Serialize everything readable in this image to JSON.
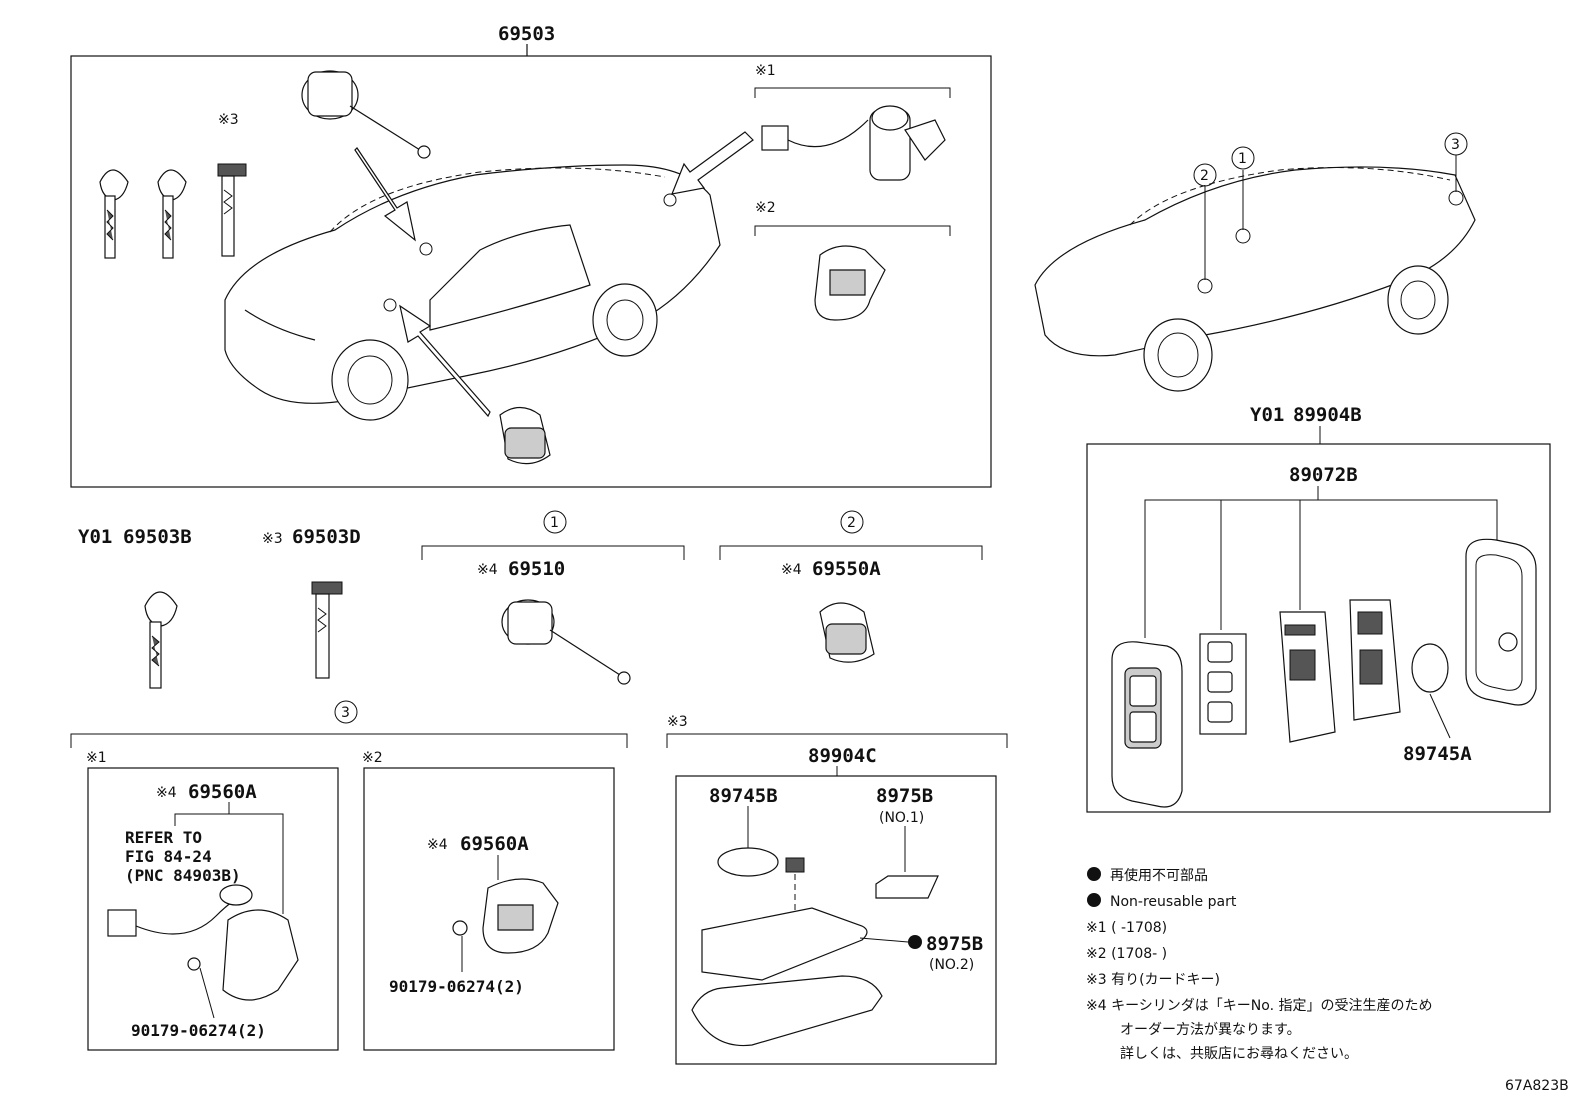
{
  "labels": {
    "main_assy": "69503",
    "y01_a": "Y01",
    "key_b": "69503B",
    "mark3_a": "※3",
    "key_d": "69503D",
    "circle1": "1",
    "circle2": "2",
    "circle3": "3",
    "mark4_a": "※4",
    "cyl_510": "69510",
    "mark4_b": "※4",
    "cyl_550a": "69550A",
    "mark1_top": "※1",
    "mark2_top": "※2",
    "mark3_top": "※3",
    "mark1_bot": "※1",
    "mark2_bot": "※2",
    "mark4_c": "※4",
    "cyl_560a_1": "69560A",
    "mark4_d": "※4",
    "cyl_560a_2": "69560A",
    "refer1": "REFER TO",
    "refer2": "FIG 84-24",
    "refer3": "(PNC 84903B)",
    "bolt_1": "90179-06274(2)",
    "bolt_2": "90179-06274(2)",
    "mark3_card": "※3",
    "card_set": "89904C",
    "battery_b": "89745B",
    "part_8975b_1": "8975B",
    "no1": "(NO.1)",
    "part_8975b_2": "8975B",
    "no2": "(NO.2)",
    "y01_b": "Y01",
    "smart_key": "89904B",
    "case": "89072B",
    "battery_a": "89745A",
    "rc1": "1",
    "rc2": "2",
    "rc3": "3",
    "figure_id": "67A823B"
  },
  "notes": {
    "line1": "再使用不可部品",
    "line2": "Non-reusable part",
    "line3": "※1 (   -1708)",
    "line4": "※2 (1708-   )",
    "line5": "※3 有り(カードキー)",
    "line6": "※4 キーシリンダは「キーNo. 指定」の受注生産のため",
    "line7": "オーダー方法が異なります。",
    "line8": "詳しくは、共販店にお尋ねください。"
  }
}
